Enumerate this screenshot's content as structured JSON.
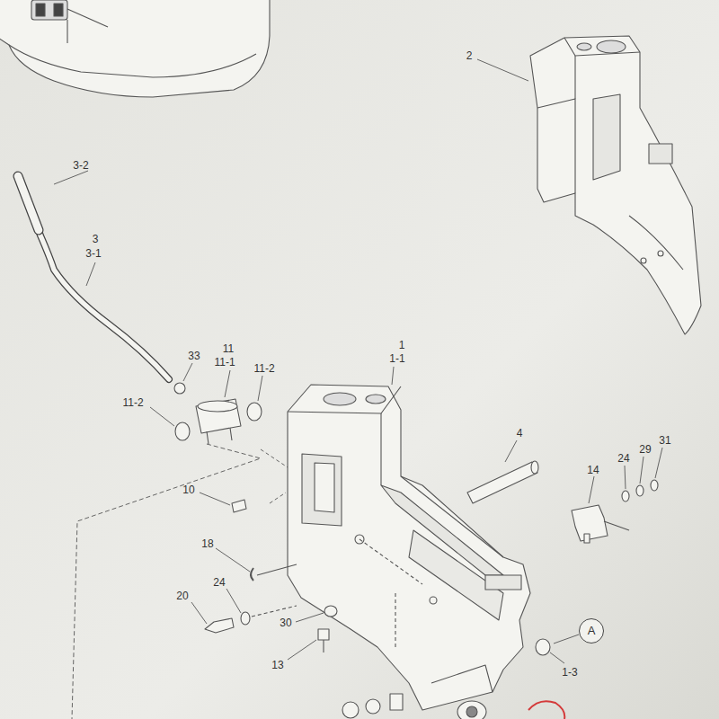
{
  "diagram": {
    "nodes": [
      {
        "text": [
          "A"
        ]
      }
    ],
    "labels": [
      "2",
      "3-2",
      "3",
      "3-1",
      "33",
      "11",
      "11-1",
      "11-2",
      "1",
      "1-1",
      "11-2",
      "4",
      "14",
      "24",
      "29",
      "31",
      "10",
      "18",
      "24",
      "20",
      "30",
      "13",
      "1-3"
    ]
  }
}
